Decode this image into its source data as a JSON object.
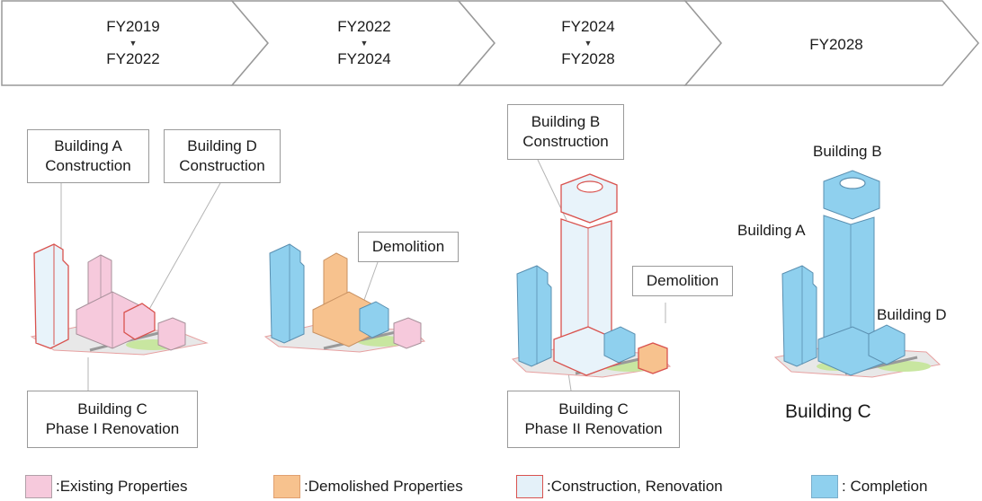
{
  "timeline": {
    "phases": [
      {
        "from": "FY2019",
        "to": "FY2022"
      },
      {
        "from": "FY2022",
        "to": "FY2024"
      },
      {
        "from": "FY2024",
        "to": "FY2028"
      },
      {
        "from": "FY2028",
        "to": ""
      }
    ],
    "arrow_glyph": "▼"
  },
  "callouts": {
    "building_a_construction": [
      "Building A",
      "Construction"
    ],
    "building_d_construction": [
      "Building D",
      "Construction"
    ],
    "building_c_phase1": [
      "Building C",
      "Phase I Renovation"
    ],
    "demolition_1": "Demolition",
    "building_b_construction": [
      "Building B",
      "Construction"
    ],
    "demolition_2": "Demolition",
    "building_c_phase2": [
      "Building C",
      "Phase II Renovation"
    ]
  },
  "final_labels": {
    "building_b": "Building B",
    "building_a": "Building A",
    "building_d": "Building D",
    "building_c": "Building C"
  },
  "legend": [
    {
      "label": ":Existing Properties",
      "fill": "#f6c9dc",
      "border": "#b0a0a8"
    },
    {
      "label": ":Demolished Properties",
      "fill": "#f7c28e",
      "border": "#e0a070"
    },
    {
      "label": ":Construction, Renovation",
      "fill": "#e4f1f9",
      "border": "#d9534f"
    },
    {
      "label": ": Completion",
      "fill": "#8fd0ee",
      "border": "#7aaecb"
    }
  ],
  "colors": {
    "existing": "#f6c9dc",
    "demolished": "#f7c28e",
    "construction": "#e4f1f9",
    "construction_outline": "#d9534f",
    "completion": "#8fd0ee",
    "completion_outline": "#5a8fb0",
    "ground": "#d9d9d9",
    "park": "#c8e6a0",
    "road": "#9a9a9a"
  }
}
